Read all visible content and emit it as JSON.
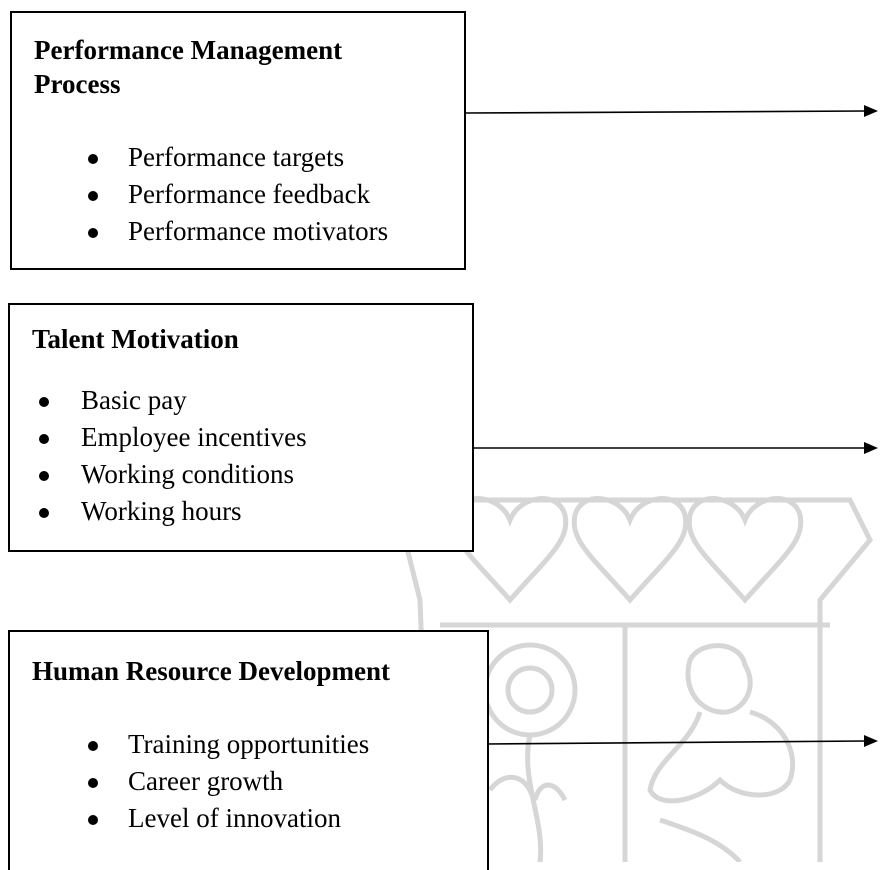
{
  "boxes": [
    {
      "title": "Performance Management Process",
      "title_line1": "Performance Management",
      "title_line2": "Process",
      "items": [
        "Performance targets",
        "Performance feedback",
        "Performance motivators"
      ]
    },
    {
      "title": "Talent Motivation",
      "items": [
        "Basic pay",
        "Employee incentives",
        "Working conditions",
        "Working hours"
      ]
    },
    {
      "title": "Human Resource Development",
      "items": [
        "Training opportunities",
        "Career growth",
        "Level of innovation"
      ]
    }
  ],
  "colors": {
    "line": "#000000",
    "box_border": "#000000",
    "watermark": "#d6d6d6"
  }
}
